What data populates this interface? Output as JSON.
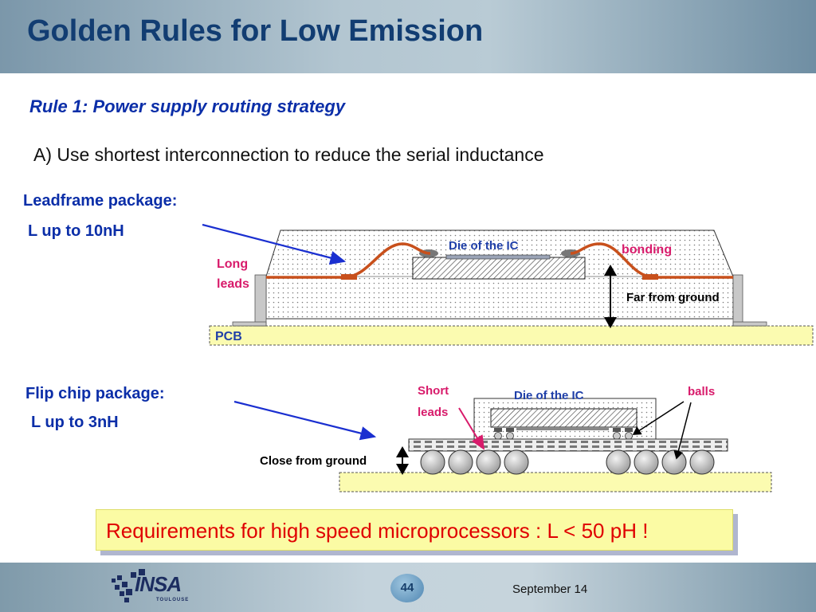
{
  "slide": {
    "title": "Golden Rules for Low Emission",
    "rule_title": "Rule 1: Power supply routing strategy",
    "subtitle": "A) Use shortest interconnection to reduce the serial inductance"
  },
  "leadframe": {
    "label": "Leadframe package:",
    "inductance": "L up to 10nH",
    "long_leads": [
      "Long",
      "leads"
    ],
    "die_label": "Die of the IC",
    "bonding_label": "bonding",
    "far_label": "Far from ground",
    "pcb_label": "PCB"
  },
  "flipchip": {
    "label": "Flip chip package:",
    "inductance": "L up to 3nH",
    "short_leads": [
      "Short",
      "leads"
    ],
    "die_label": "Die of the IC",
    "balls_label": "balls",
    "close_label": "Close from ground"
  },
  "requirement": "Requirements for high speed microprocessors : L < 50 pH !",
  "footer": {
    "page_number": "44",
    "date": "September 14",
    "logo_text": "INSA",
    "logo_subtext": "TOULOUSE"
  },
  "colors": {
    "title": "#123d72",
    "heading_blue": "#0b2ea8",
    "lead_orange": "#c8501c",
    "label_pink": "#d81b6b",
    "requirement_red": "#e00000",
    "requirement_bg": "#fbfba4",
    "pcb_yellow": "#fbfbb0"
  }
}
